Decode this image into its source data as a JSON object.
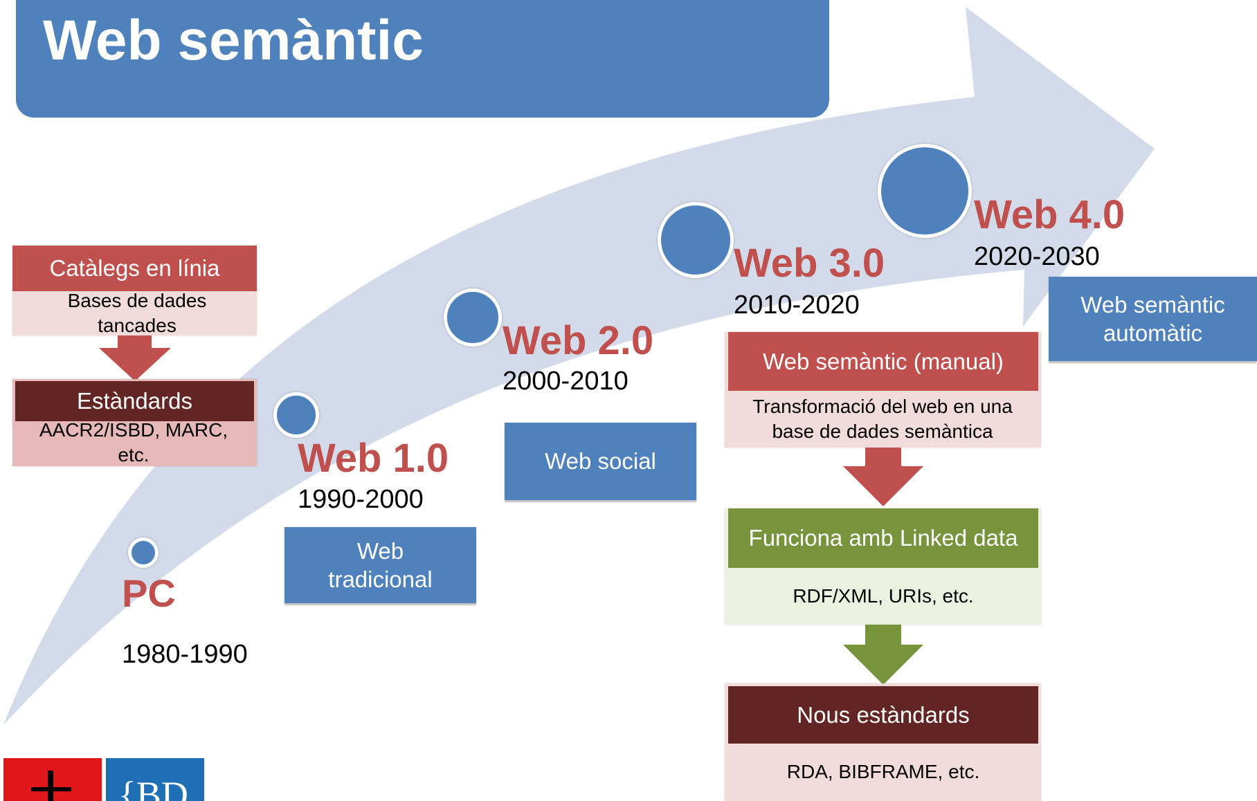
{
  "title": "Web semàntic",
  "colors": {
    "blue": "#4f81bd",
    "red": "#c0504d",
    "pink": "#f2dcdb",
    "dark_red": "#632523",
    "green": "#77933c",
    "light_green": "#ebf1de",
    "arrow": "#d3dbea"
  },
  "stages": [
    {
      "era": "PC",
      "years": "1980-1990"
    },
    {
      "era": "Web 1.0",
      "years": "1990-2000",
      "box": "Web tradicional"
    },
    {
      "era": "Web 2.0",
      "years": "2000-2010",
      "box": "Web social"
    },
    {
      "era": "Web 3.0",
      "years": "2010-2020"
    },
    {
      "era": "Web 4.0",
      "years": "2020-2030",
      "box": "Web semàntic automàtic"
    }
  ],
  "left_flow": {
    "catalogs_header": "Catàlegs en línia",
    "catalogs_sub": "Bases de dades tancades",
    "standards_header": "Estàndards",
    "standards_sub": "AACR2/ISBD,  MARC, etc."
  },
  "right_flow": {
    "manual_header": "Web semàntic (manual)",
    "manual_sub": "Transformació del web en una base de dades semàntica",
    "linked_header": "Funciona amb Linked data",
    "linked_sub": "RDF/XML, URIs, etc.",
    "new_header": "Nous estàndards",
    "new_sub": "RDA, BIBFRAME, etc."
  }
}
